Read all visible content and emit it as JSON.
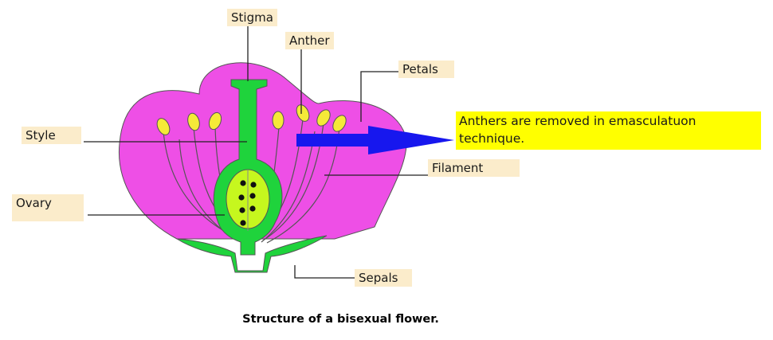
{
  "labels": {
    "stigma": "Stigma",
    "anther": "Anther",
    "petals": "Petals",
    "style": "Style",
    "filament": "Filament",
    "ovary": "Ovary",
    "sepals": "Sepals"
  },
  "note": "Anthers are removed in emasculatuon technique.",
  "caption": "Structure of a bisexual flower.",
  "colors": {
    "petal": "#ee4fe6",
    "pistil": "#1fd33c",
    "ovule_chamber": "#c6f71e",
    "anther": "#f5ea38",
    "arrow": "#1717ee",
    "note_bg": "#ffff00",
    "label_bg": "#fbeccb"
  }
}
